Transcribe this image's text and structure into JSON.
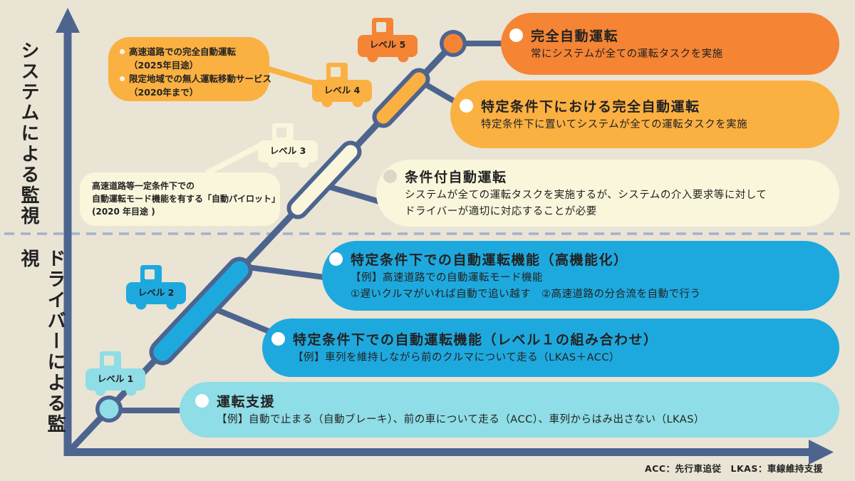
{
  "colors": {
    "background": "#E9E4D4",
    "line": "#4D648F",
    "orange": "#F58434",
    "yellow": "#FBB042",
    "cream": "#F9F6DC",
    "blue": "#1EA9DE",
    "cyan": "#8FDDE6",
    "dash": "#A0B3CD",
    "text": "#222222"
  },
  "y_axis": {
    "top_label": "システムによる監視",
    "bottom_label": "ドライバーによる監視"
  },
  "levels": [
    {
      "label": "レベル 1",
      "color": "#8FDDE6"
    },
    {
      "label": "レベル 2",
      "color": "#1EA9DE"
    },
    {
      "label": "レベル 3",
      "color": "#F9F6DC"
    },
    {
      "label": "レベル 4",
      "color": "#FBB042"
    },
    {
      "label": "レベル 5",
      "color": "#F58434"
    }
  ],
  "callouts": {
    "upper": {
      "items": [
        {
          "text": "高速道路での完全自動運転",
          "note": "（2025年目途）"
        },
        {
          "text": "限定地域での無人運転移動サービス",
          "note": "（2020年まで）"
        }
      ]
    },
    "middle": {
      "lines": [
        "高速道路等一定条件下での",
        "自動運転モード機能を有する「自動パイロット」",
        "(2020 年目途 )"
      ]
    }
  },
  "panels": [
    {
      "title": "完全自動運転",
      "body": [
        "常にシステムが全ての運転タスクを実施"
      ]
    },
    {
      "title": "特定条件下における完全自動運転",
      "body": [
        "特定条件下に置いてシステムが全ての運転タスクを実施"
      ]
    },
    {
      "title": "条件付自動運転",
      "body": [
        "システムが全ての運転タスクを実施するが、システムの介入要求等に対して",
        "ドライバーが適切に対応することが必要"
      ]
    },
    {
      "title": "特定条件下での自動運転機能（高機能化）",
      "body": [
        "【例】高速道路での自動運転モード機能",
        "①遅いクルマがいれば自動で追い越す　②高速道路の分合流を自動で行う"
      ]
    },
    {
      "title": "特定条件下での自動運転機能（レベル１の組み合わせ）",
      "body": [
        "【例】車列を維持しながら前のクルマについて走る（LKAS＋ACC）"
      ]
    },
    {
      "title": "運転支援",
      "body": [
        "【例】自動で止まる（自動ブレーキ）、前の車について走る（ACC）、車列からはみ出さない（LKAS）"
      ]
    }
  ],
  "footnote": "ACC：先行車追従　LKAS：車線維持支援"
}
